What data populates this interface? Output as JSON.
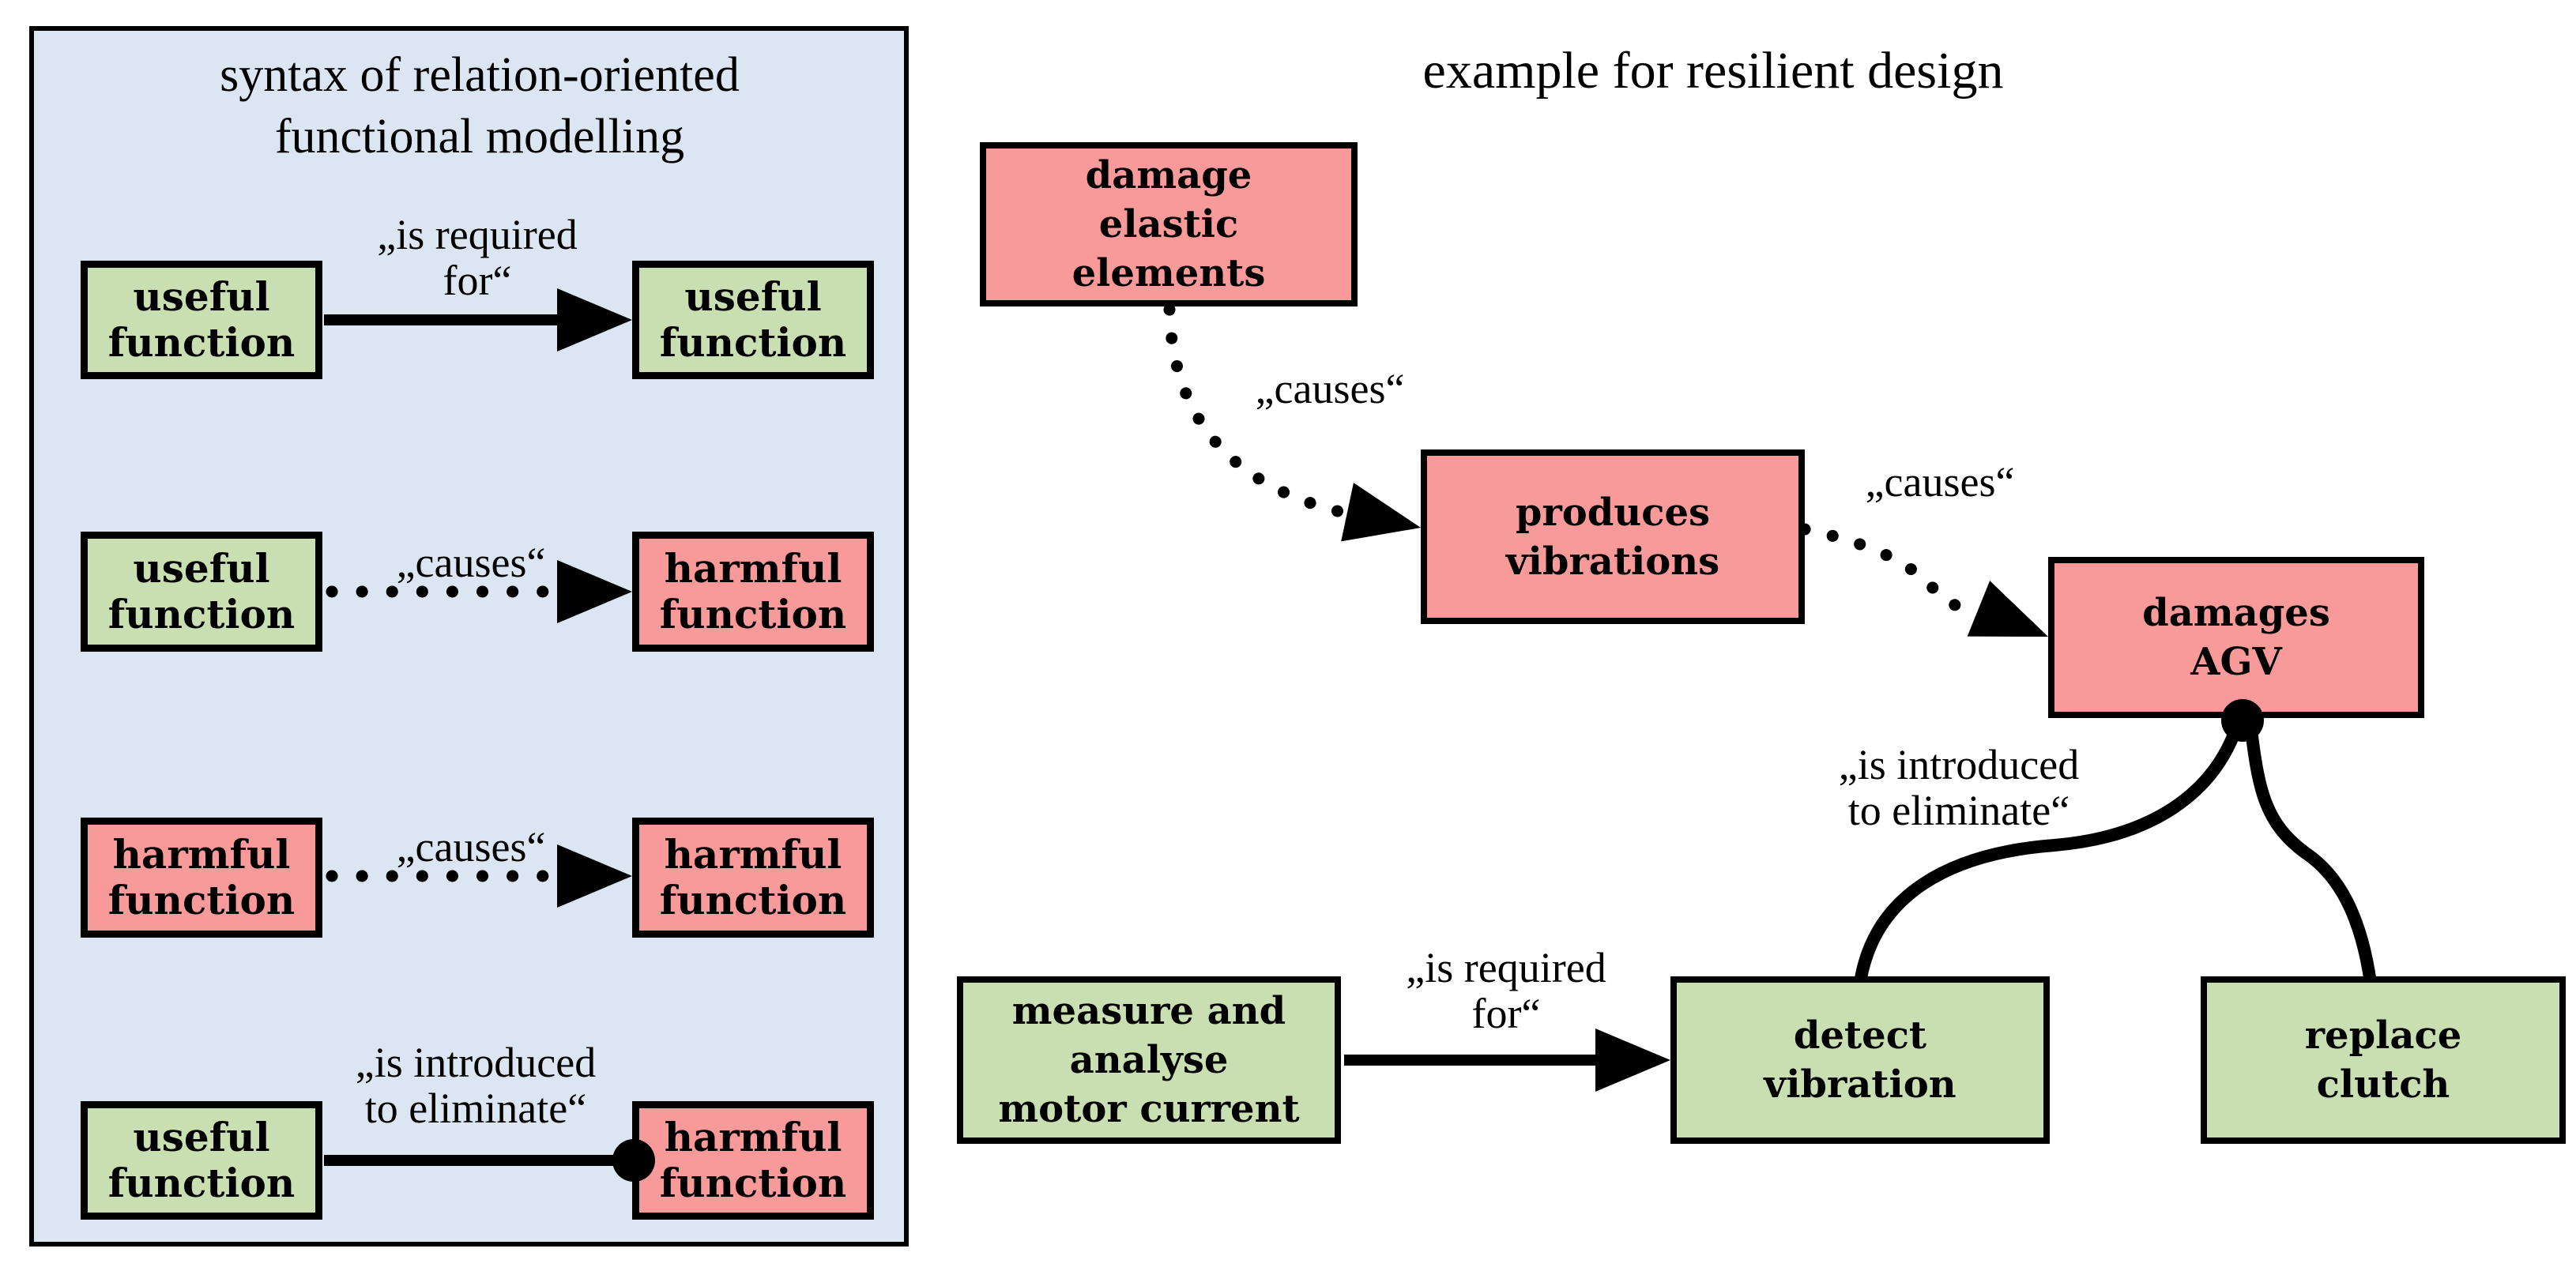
{
  "colors": {
    "useful": "#c9dfb2",
    "harmful": "#f8999a",
    "panel_bg": "#dce6f2",
    "stroke": "#000000"
  },
  "legend": {
    "title_lines": [
      "syntax of relation-oriented",
      "functional modelling"
    ],
    "rows": [
      {
        "source": {
          "lines": [
            "useful",
            "function"
          ],
          "type": "useful"
        },
        "relation_lines": [
          "„is required",
          "for“"
        ],
        "connector": "solid-arrow",
        "target": {
          "lines": [
            "useful",
            "function"
          ],
          "type": "useful"
        }
      },
      {
        "source": {
          "lines": [
            "useful",
            "function"
          ],
          "type": "useful"
        },
        "relation_lines": [
          "„causes“"
        ],
        "connector": "dotted-arrow",
        "target": {
          "lines": [
            "harmful",
            "function"
          ],
          "type": "harmful"
        }
      },
      {
        "source": {
          "lines": [
            "harmful",
            "function"
          ],
          "type": "harmful"
        },
        "relation_lines": [
          "„causes“"
        ],
        "connector": "dotted-arrow",
        "target": {
          "lines": [
            "harmful",
            "function"
          ],
          "type": "harmful"
        }
      },
      {
        "source": {
          "lines": [
            "useful",
            "function"
          ],
          "type": "useful"
        },
        "relation_lines": [
          "„is introduced",
          "to eliminate“"
        ],
        "connector": "line-circle",
        "target": {
          "lines": [
            "harmful",
            "function"
          ],
          "type": "harmful"
        }
      }
    ]
  },
  "example": {
    "title": "example for resilient design",
    "nodes": {
      "damage_elastic": {
        "lines": [
          "damage",
          "elastic",
          "elements"
        ],
        "type": "harmful"
      },
      "produces_vibrations": {
        "lines": [
          "produces",
          "vibrations"
        ],
        "type": "harmful"
      },
      "damages_agv": {
        "lines": [
          "damages",
          "AGV"
        ],
        "type": "harmful"
      },
      "measure_current": {
        "lines": [
          "measure and",
          "analyse",
          "motor current"
        ],
        "type": "useful"
      },
      "detect_vibration": {
        "lines": [
          "detect",
          "vibration"
        ],
        "type": "useful"
      },
      "replace_clutch": {
        "lines": [
          "replace",
          "clutch"
        ],
        "type": "useful"
      }
    },
    "edge_labels": {
      "causes_1": [
        "„causes“"
      ],
      "causes_2": [
        "„causes“"
      ],
      "is_required_for": [
        "„is required",
        "for“"
      ],
      "is_introduced": [
        "„is introduced",
        "to eliminate“"
      ]
    }
  }
}
